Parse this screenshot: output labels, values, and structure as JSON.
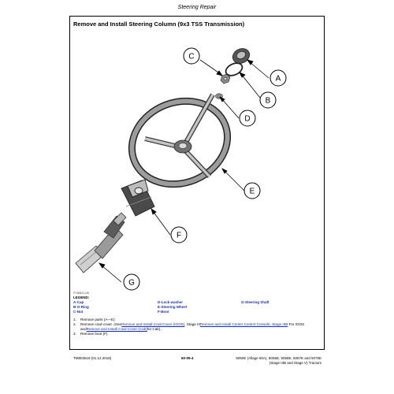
{
  "header": {
    "title": "Steering Repair"
  },
  "section": {
    "title": "Remove and Install Steering Column (9x3 TSS Transmission)"
  },
  "figure": {
    "code": "PY36841-UN",
    "callouts": [
      "A",
      "B",
      "C",
      "D",
      "E",
      "F",
      "G"
    ]
  },
  "legend": {
    "title": "LEGEND:",
    "items": [
      {
        "label": "A-Cap"
      },
      {
        "label": "B-O-Ring"
      },
      {
        "label": "C-Nut"
      },
      {
        "label": "D-Lock washer"
      },
      {
        "label": "E-Steering Wheel"
      },
      {
        "label": "F-Boot"
      },
      {
        "label": "G-Steering Shaft"
      }
    ]
  },
  "steps": {
    "s1": {
      "num": "1.",
      "text": "Remove parts (A—E)."
    },
    "s2": {
      "num": "2.",
      "t1": "Remove cowl cover. (See",
      "l1": "Remove and Install Cowl Cover (IOOS)",
      "t2": ", Stage III",
      "l2": "Remove and Install Center Control Console, Stage IIIB",
      "t3": "For IOOS and",
      "l3": "Remove and Install Cowl Cover (Cab)",
      "t4": "for Cab)."
    },
    "s3": {
      "num": "3.",
      "text": "Remove boot (F)."
    }
  },
  "footer": {
    "left": "TM803519 (01.12.2018)",
    "center": "60-05-4",
    "right1": "5050E (Allage 60A), 5055E, 5058E, 5067E and 5075E",
    "right2": "(Stage IIIB and Stage V) Tractors"
  }
}
